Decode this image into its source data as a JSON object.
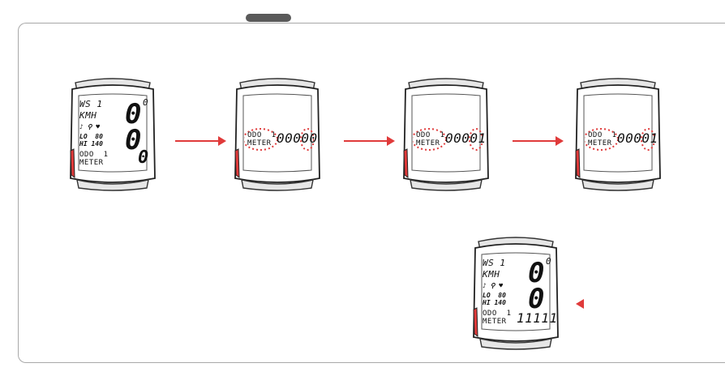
{
  "screens": [
    {
      "line1": "WS 1",
      "line2": "KMH",
      "speed": "0",
      "speed_sup": "0",
      "hr": "0",
      "lo": "LO  80",
      "hi": "HI 140",
      "odo": "ODO  1",
      "meter": "METER",
      "value": "0"
    },
    {
      "odo": "ODO  1",
      "meter": "METER",
      "value": "00000"
    },
    {
      "odo": "ODO  1",
      "meter": "METER",
      "value": "00001"
    },
    {
      "odo": "ODO  1",
      "meter": "METER",
      "value": "00001"
    },
    {
      "line1": "WS 1",
      "line2": "KMH",
      "speed": "0",
      "speed_sup": "0",
      "hr": "0",
      "lo": "LO  80",
      "hi": "HI 140",
      "odo": "ODO  1",
      "meter": "METER",
      "value": "11111"
    }
  ],
  "colors": {
    "accent": "#e03a3a",
    "frame": "#a8a8a8",
    "tab": "#5a5a5a"
  },
  "icons": [
    "music-icon",
    "runner-icon",
    "heart-icon",
    "right-arrow-icon",
    "left-pointer-icon"
  ]
}
